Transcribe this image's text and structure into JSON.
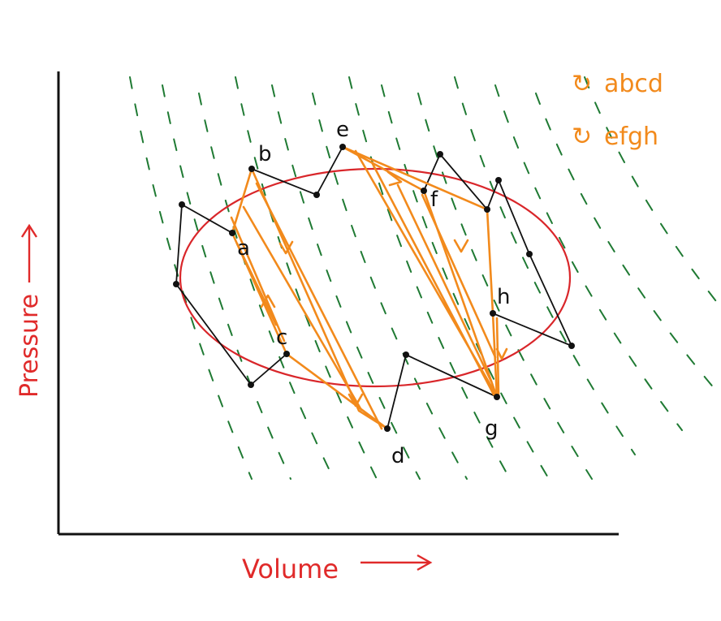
{
  "axes": {
    "x_label": "Volume",
    "y_label": "Pressure"
  },
  "legend": {
    "items": [
      "abcd",
      "efgh"
    ],
    "color": "#f28a1c"
  },
  "points": {
    "a": "a",
    "b": "b",
    "c": "c",
    "d": "d",
    "e": "e",
    "f": "f",
    "g": "g",
    "h": "h"
  },
  "colors": {
    "axis": "#111111",
    "label": "#e02a2a",
    "ellipse": "#d9262a",
    "path": "#111111",
    "cycle": "#f28a1c",
    "isotherm": "#1f7a33"
  }
}
